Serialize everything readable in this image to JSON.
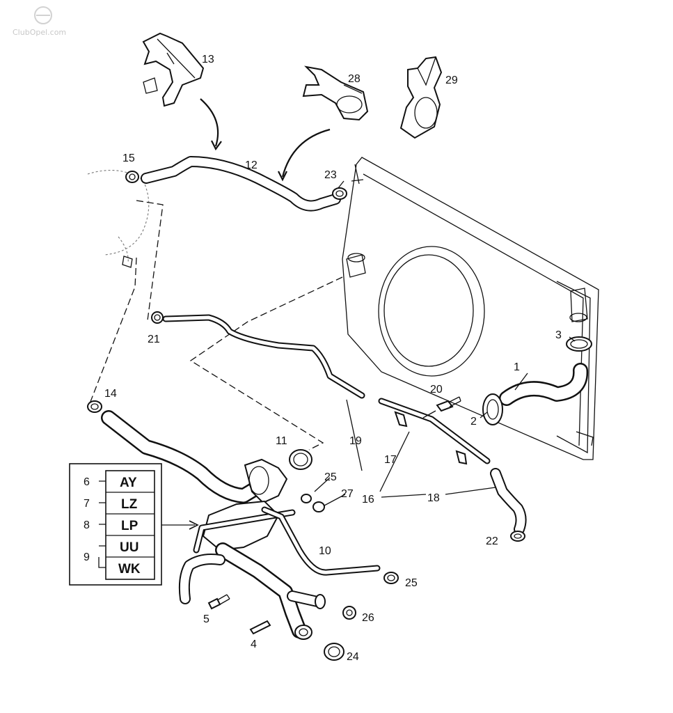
{
  "watermark": "ClubOpel.com",
  "callouts": {
    "c1": "1",
    "c2": "2",
    "c3": "3",
    "c4": "4",
    "c5": "5",
    "c6": "6",
    "c7": "7",
    "c8": "8",
    "c9": "9",
    "c10": "10",
    "c11": "11",
    "c12": "12",
    "c13": "13",
    "c14": "14",
    "c15": "15",
    "c16": "16",
    "c17": "17",
    "c18": "18",
    "c19": "19",
    "c20": "20",
    "c21": "21",
    "c22": "22",
    "c23": "23",
    "c24": "24",
    "c25a": "25",
    "c25b": "25",
    "c26": "26",
    "c27": "27",
    "c28": "28",
    "c29": "29"
  },
  "engine_codes": [
    {
      "ref": "6",
      "code": "AY"
    },
    {
      "ref": "7",
      "code": "LZ"
    },
    {
      "ref": "8",
      "code": "LP"
    },
    {
      "ref": "9",
      "code": "UU"
    },
    {
      "ref": "",
      "code": "WK"
    }
  ],
  "colors": {
    "line": "#111111",
    "background": "#ffffff",
    "watermark": "#c8c8c8"
  }
}
